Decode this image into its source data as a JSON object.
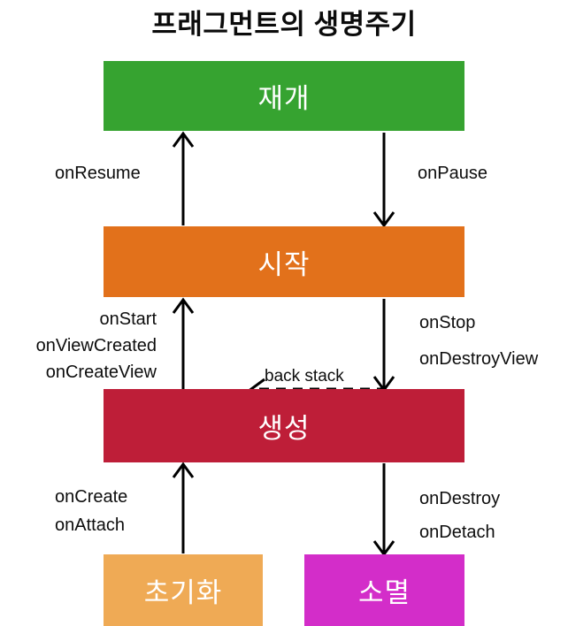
{
  "title": "프래그먼트의 생명주기",
  "states": [
    {
      "name": "resumed",
      "label": "재개",
      "color": "#36A330"
    },
    {
      "name": "started",
      "label": "시작",
      "color": "#E2711B"
    },
    {
      "name": "created",
      "label": "생성",
      "color": "#BE1E38"
    },
    {
      "name": "initialized",
      "label": "초기화",
      "color": "#EFAA55"
    },
    {
      "name": "destroyed",
      "label": "소멸",
      "color": "#D32DC9"
    }
  ],
  "edges": [
    {
      "name": "resume",
      "direction": "up",
      "style": "solid",
      "labels": [
        "onResume"
      ]
    },
    {
      "name": "pause",
      "direction": "down",
      "style": "solid",
      "labels": [
        "onPause"
      ]
    },
    {
      "name": "start",
      "direction": "up",
      "style": "solid",
      "labels": [
        "onStart",
        "onViewCreated",
        "onCreateView"
      ]
    },
    {
      "name": "stop",
      "direction": "down",
      "style": "solid",
      "labels": [
        "onStop",
        "onDestroyView"
      ]
    },
    {
      "name": "create",
      "direction": "up",
      "style": "solid",
      "labels": [
        "onCreate",
        "onAttach"
      ]
    },
    {
      "name": "destroy",
      "direction": "down",
      "style": "solid",
      "labels": [
        "onDestroy",
        "onDetach"
      ]
    },
    {
      "name": "back-stack",
      "direction": "left",
      "style": "dashed",
      "labels": [
        "back stack"
      ]
    }
  ],
  "colors": {
    "background": "#FFFFFF",
    "arrow": "#000000",
    "label_text": "#0D0D0D",
    "box_text": "#FFFFFF"
  }
}
